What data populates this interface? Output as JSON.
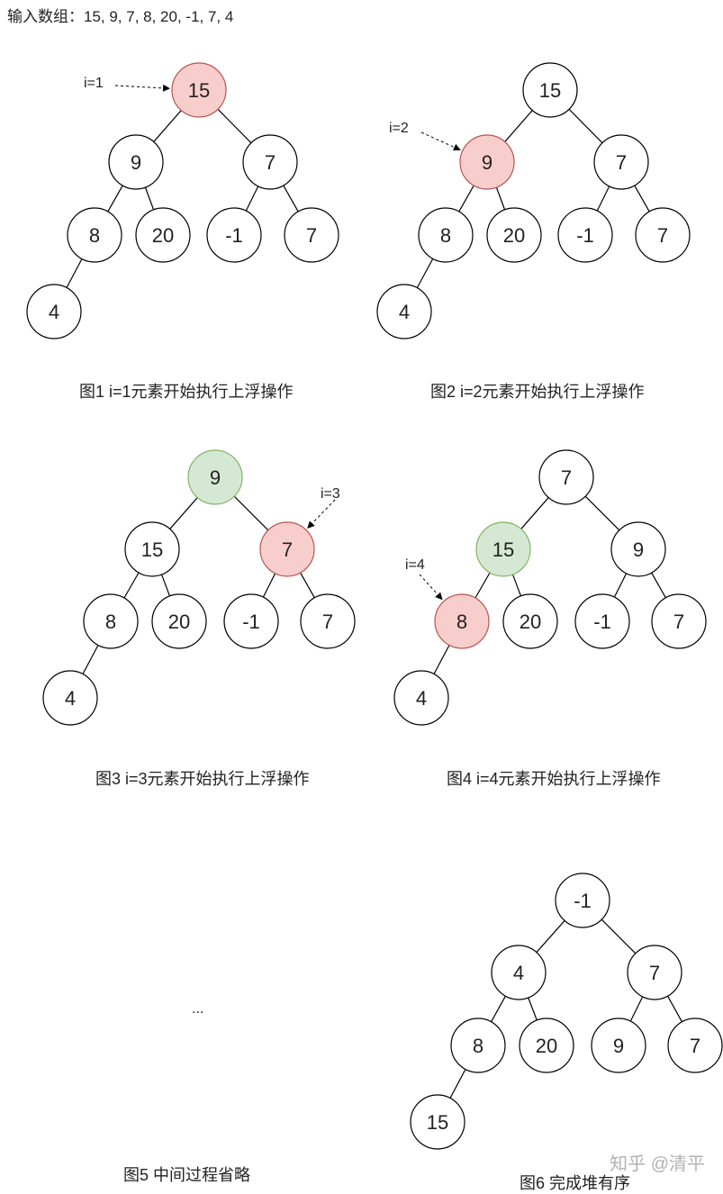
{
  "header": {
    "title": "输入数组：15, 9, 7, 8, 20, -1, 7, 4"
  },
  "colors": {
    "stroke": "#000000",
    "fill_default": "#ffffff",
    "fill_red": "#f8cecc",
    "stroke_red": "#b85450",
    "fill_green": "#d5e8d4",
    "stroke_green": "#82b366"
  },
  "figures": [
    {
      "id": "fig1",
      "caption": "图1  i=1元素开始执行上浮操作",
      "label": "i=1",
      "pointer_to": 0,
      "nodes": [
        {
          "v": "15",
          "c": "red"
        },
        {
          "v": "9",
          "c": ""
        },
        {
          "v": "7",
          "c": ""
        },
        {
          "v": "8",
          "c": ""
        },
        {
          "v": "20",
          "c": ""
        },
        {
          "v": "-1",
          "c": ""
        },
        {
          "v": "7",
          "c": ""
        },
        {
          "v": "4",
          "c": ""
        }
      ]
    },
    {
      "id": "fig2",
      "caption": "图2  i=2元素开始执行上浮操作",
      "label": "i=2",
      "pointer_to": 1,
      "nodes": [
        {
          "v": "15",
          "c": ""
        },
        {
          "v": "9",
          "c": "red"
        },
        {
          "v": "7",
          "c": ""
        },
        {
          "v": "8",
          "c": ""
        },
        {
          "v": "20",
          "c": ""
        },
        {
          "v": "-1",
          "c": ""
        },
        {
          "v": "7",
          "c": ""
        },
        {
          "v": "4",
          "c": ""
        }
      ]
    },
    {
      "id": "fig3",
      "caption": "图3  i=3元素开始执行上浮操作",
      "label": "i=3",
      "pointer_to": 2,
      "nodes": [
        {
          "v": "9",
          "c": "green"
        },
        {
          "v": "15",
          "c": ""
        },
        {
          "v": "7",
          "c": "red"
        },
        {
          "v": "8",
          "c": ""
        },
        {
          "v": "20",
          "c": ""
        },
        {
          "v": "-1",
          "c": ""
        },
        {
          "v": "7",
          "c": ""
        },
        {
          "v": "4",
          "c": ""
        }
      ]
    },
    {
      "id": "fig4",
      "caption": "图4  i=4元素开始执行上浮操作",
      "label": "i=4",
      "pointer_to": 3,
      "nodes": [
        {
          "v": "7",
          "c": ""
        },
        {
          "v": "15",
          "c": "green"
        },
        {
          "v": "9",
          "c": ""
        },
        {
          "v": "8",
          "c": "red"
        },
        {
          "v": "20",
          "c": ""
        },
        {
          "v": "-1",
          "c": ""
        },
        {
          "v": "7",
          "c": ""
        },
        {
          "v": "4",
          "c": ""
        }
      ]
    },
    {
      "id": "fig5",
      "caption": "图5  中间过程省略",
      "ellipsis": "..."
    },
    {
      "id": "fig6",
      "caption": "图6  完成堆有序",
      "nodes": [
        {
          "v": "-1",
          "c": ""
        },
        {
          "v": "4",
          "c": ""
        },
        {
          "v": "7",
          "c": ""
        },
        {
          "v": "8",
          "c": ""
        },
        {
          "v": "20",
          "c": ""
        },
        {
          "v": "9",
          "c": ""
        },
        {
          "v": "7",
          "c": ""
        },
        {
          "v": "15",
          "c": ""
        }
      ]
    }
  ],
  "watermark": "知乎 @清平"
}
